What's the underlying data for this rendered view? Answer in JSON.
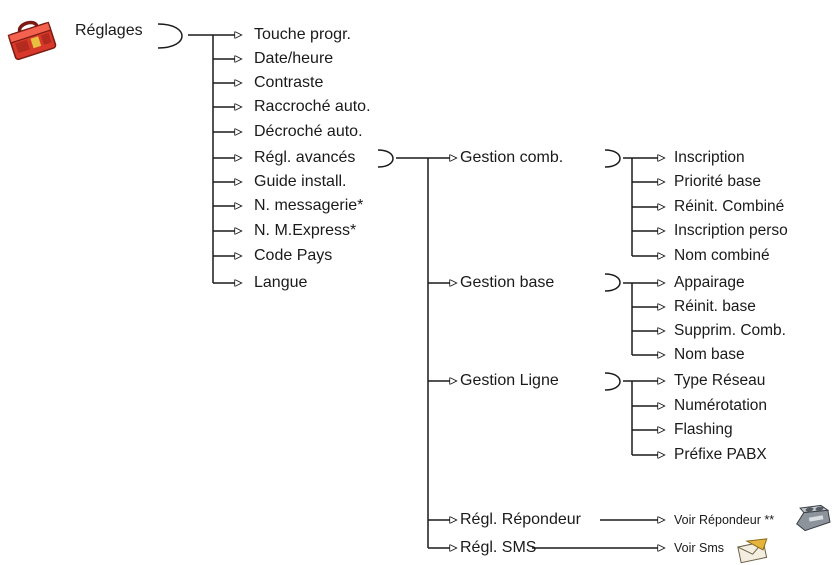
{
  "root": {
    "label": "Réglages",
    "icon": "toolbox-icon"
  },
  "settings_items": [
    "Touche progr.",
    "Date/heure",
    "Contraste",
    "Raccroché auto.",
    "Décroché auto.",
    "Régl. avancés",
    "Guide install.",
    "N. messagerie*",
    "N. M.Express*",
    "Code Pays",
    "Langue"
  ],
  "advanced": {
    "gestion_comb": {
      "label": "Gestion comb.",
      "items": [
        "Inscription",
        "Priorité base",
        "Réinit. Combiné",
        "Inscription perso",
        "Nom combiné"
      ]
    },
    "gestion_base": {
      "label": "Gestion base",
      "items": [
        "Appairage",
        "Réinit. base",
        "Supprim. Comb.",
        "Nom base"
      ]
    },
    "gestion_ligne": {
      "label": "Gestion Ligne",
      "items": [
        "Type Réseau",
        "Numérotation",
        "Flashing",
        "Préfixe PABX"
      ]
    },
    "repondeur": {
      "label": "Régl. Répondeur",
      "target": "Voir Répondeur **",
      "icon": "answering-machine-icon"
    },
    "sms": {
      "label": "Régl. SMS",
      "target": "Voir Sms",
      "icon": "sms-envelope-icon"
    }
  },
  "colors": {
    "line": "#1a1a1a",
    "toolbox": "#d8382a"
  }
}
